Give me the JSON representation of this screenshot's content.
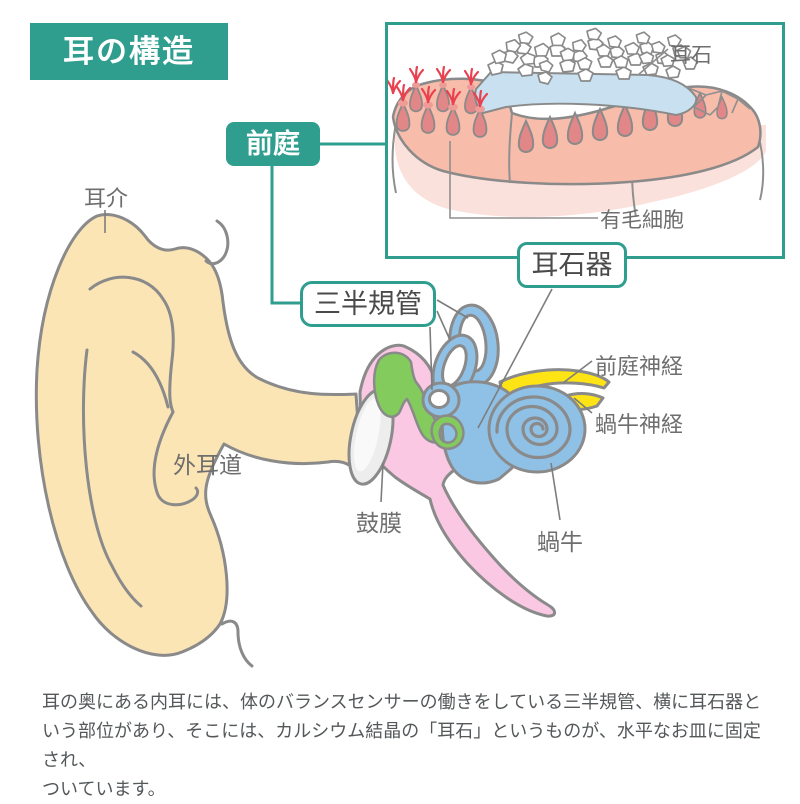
{
  "title": "耳の構造",
  "labels": {
    "vestibule": "前庭",
    "semicircular_canals": "三半規管",
    "otolith_organ": "耳石器",
    "auricle": "耳介",
    "ear_canal": "外耳道",
    "eardrum": "鼓膜",
    "cochlea": "蝸牛",
    "vestibular_nerve": "前庭神経",
    "cochlear_nerve": "蝸牛神経",
    "otolith": "耳石",
    "hair_cell": "有毛細胞"
  },
  "description": {
    "line1": "耳の奥にある内耳には、体のバランスセンサーの働きをしている三半規管、横に耳石器と",
    "line2": "いう部位があり、そこには、カルシウム結晶の「耳石」というものが、水平なお皿に固定され、",
    "line3": "ついています。"
  },
  "colors": {
    "teal": "#2f9e8f",
    "auricle_cream": "#FBE5B5",
    "middle_ear_pink": "#FBC8E3",
    "ossicle_green": "#82CB5C",
    "inner_ear_blue": "#8FC1E7",
    "nerve_yellow": "#FFE415",
    "eardrum_gray": "#EDEDED",
    "outline_gray": "#8A8A8A",
    "tissue_salmon": "#F7BCAA",
    "hair_cell_rose": "#E18787",
    "cilia_red": "#E8414F",
    "membrane_blue": "#C8E0EF",
    "pale_pink": "#FBE1DB",
    "label_gray": "#6e6e6e",
    "text_gray": "#54585a"
  }
}
